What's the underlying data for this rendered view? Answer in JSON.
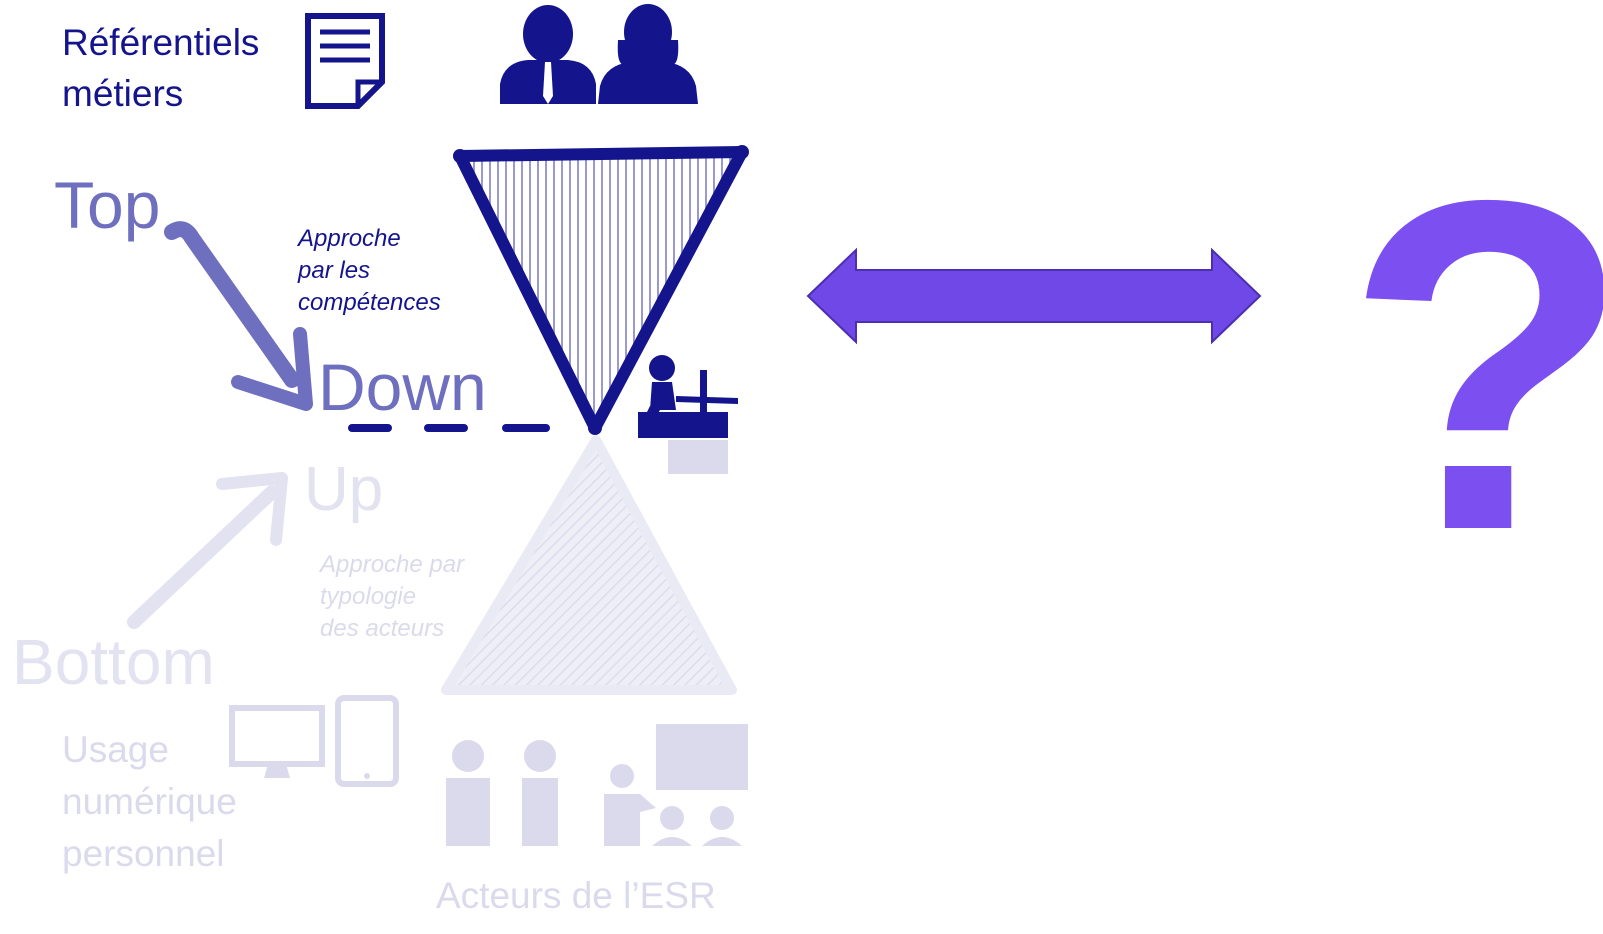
{
  "top_section": {
    "referentiels_line1": "Référentiels",
    "referentiels_line2": "métiers",
    "top_label": "Top",
    "down_label": "Down",
    "approche_competences": [
      "Approche",
      "par les",
      "compétences"
    ]
  },
  "bottom_section": {
    "up_label": "Up",
    "bottom_label": "Bottom",
    "approche_typologie": [
      "Approche par",
      "typologie",
      "des acteurs"
    ],
    "usage_numerique": [
      "Usage",
      "numérique",
      "personnel"
    ],
    "acteurs": "Acteurs de l’ESR"
  },
  "question_mark": "?",
  "colors": {
    "top_dark": "#14148c",
    "top_medium": "#6f6fc0",
    "faded": "#dadaec",
    "arrow_fill": "#7048e8",
    "arrow_stroke": "#4a2fb0",
    "question": "#7b4ff0"
  }
}
